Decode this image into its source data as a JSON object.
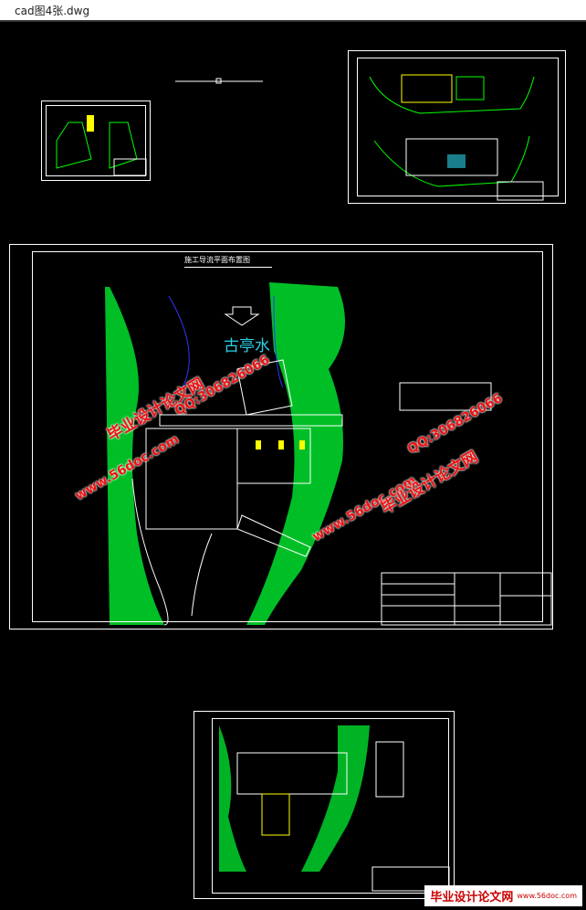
{
  "window": {
    "title": "cad图4张.dwg"
  },
  "drawing": {
    "main_title": "施工导流平面布置图",
    "river_label": "古亭水"
  },
  "watermarks": {
    "site_cn": "毕业设计论文网",
    "site_url": "www.56doc.com",
    "qq": "QQ:306826066"
  },
  "logo": {
    "name": "毕业设计论文网",
    "url": "www.56doc.com"
  },
  "colors": {
    "terrain": "#00ff33",
    "river": "#2bd1e6",
    "watermark": "#e11111",
    "structure": "#ffff00"
  }
}
